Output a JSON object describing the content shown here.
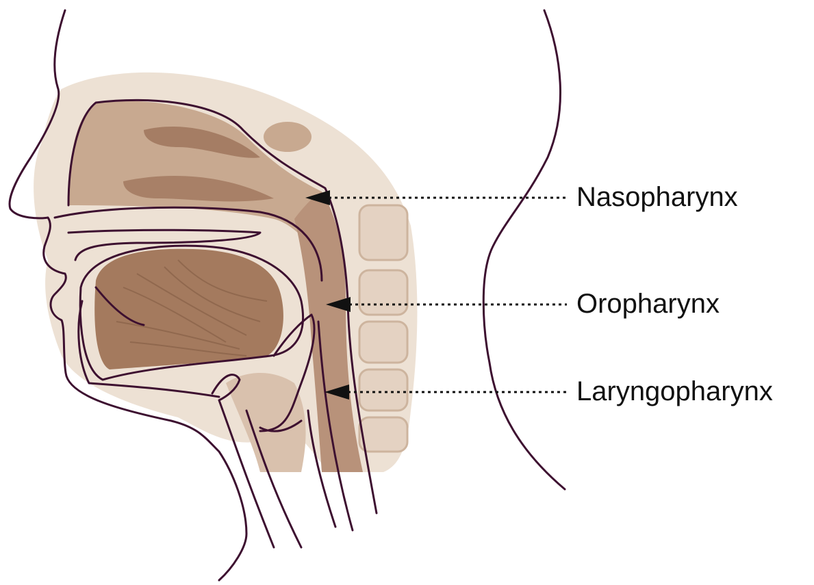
{
  "diagram": {
    "labels": {
      "nasopharynx": "Nasopharynx",
      "oropharynx": "Oropharynx",
      "laryngopharynx": "Laryngopharynx"
    },
    "colors": {
      "outline": "#3d1030",
      "tissue_light": "#ede1d4",
      "tissue_mid": "#c8a990",
      "tissue_dark": "#9a6f55",
      "arrow": "#111111"
    }
  }
}
